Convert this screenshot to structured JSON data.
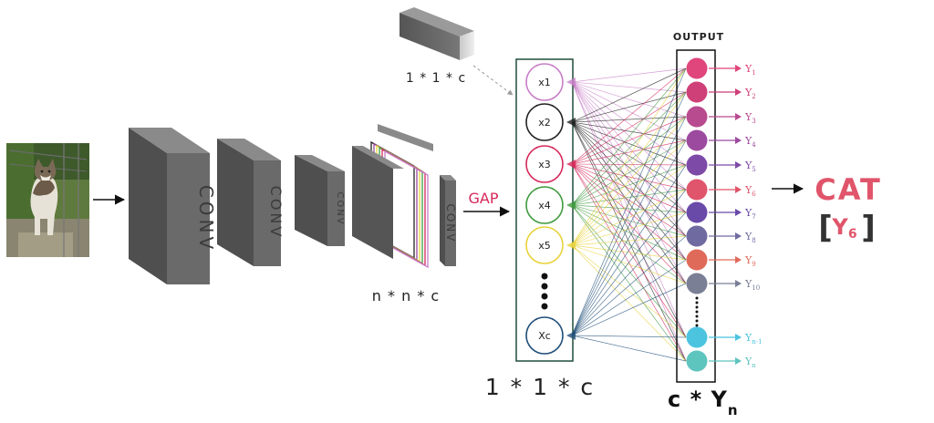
{
  "input_image": {
    "subject": "photo of a tabby-and-white cat standing on a garden wall"
  },
  "conv_blocks": [
    {
      "label": "CONV"
    },
    {
      "label": "CONV"
    },
    {
      "label": "CONV"
    },
    {
      "label": "CONV"
    }
  ],
  "feature_map_label": "n * n * c",
  "pooled_cube_label": "1 * 1 * c",
  "gap_label": "GAP",
  "vector_label": "1 * 1 * c",
  "vector_nodes": [
    {
      "label": "x1",
      "color": "#c77dc7"
    },
    {
      "label": "x2",
      "color": "#222222"
    },
    {
      "label": "x3",
      "color": "#d6285a"
    },
    {
      "label": "x4",
      "color": "#3f9a3f"
    },
    {
      "label": "x5",
      "color": "#e8d23a"
    },
    {
      "label": "Xc",
      "color": "#1f4e79"
    }
  ],
  "output_header": "OUTPUT",
  "output_nodes": [
    {
      "label": "Y",
      "sub": "1",
      "color": "#e0457b"
    },
    {
      "label": "Y",
      "sub": "2",
      "color": "#cf3f78"
    },
    {
      "label": "Y",
      "sub": "3",
      "color": "#b84a8f"
    },
    {
      "label": "Y",
      "sub": "4",
      "color": "#9c4a9f"
    },
    {
      "label": "Y",
      "sub": "5",
      "color": "#7e4aa8"
    },
    {
      "label": "Y",
      "sub": "6",
      "color": "#e0556b"
    },
    {
      "label": "Y",
      "sub": "7",
      "color": "#6a4aa8"
    },
    {
      "label": "Y",
      "sub": "8",
      "color": "#6f6ba0"
    },
    {
      "label": "Y",
      "sub": "9",
      "color": "#e06a5a"
    },
    {
      "label": "Y",
      "sub": "10",
      "color": "#7a7f96"
    },
    {
      "label": "Y",
      "sub": "n-1",
      "color": "#4cc4e0"
    },
    {
      "label": "Y",
      "sub": "n",
      "color": "#5ec4be"
    }
  ],
  "output_size_label": {
    "main": "c * Y",
    "sub": "n"
  },
  "prediction": {
    "word": "CAT",
    "bracket_open": "[",
    "class": "Y",
    "class_sub": "6",
    "bracket_close": "]",
    "color": "#e0556b"
  }
}
